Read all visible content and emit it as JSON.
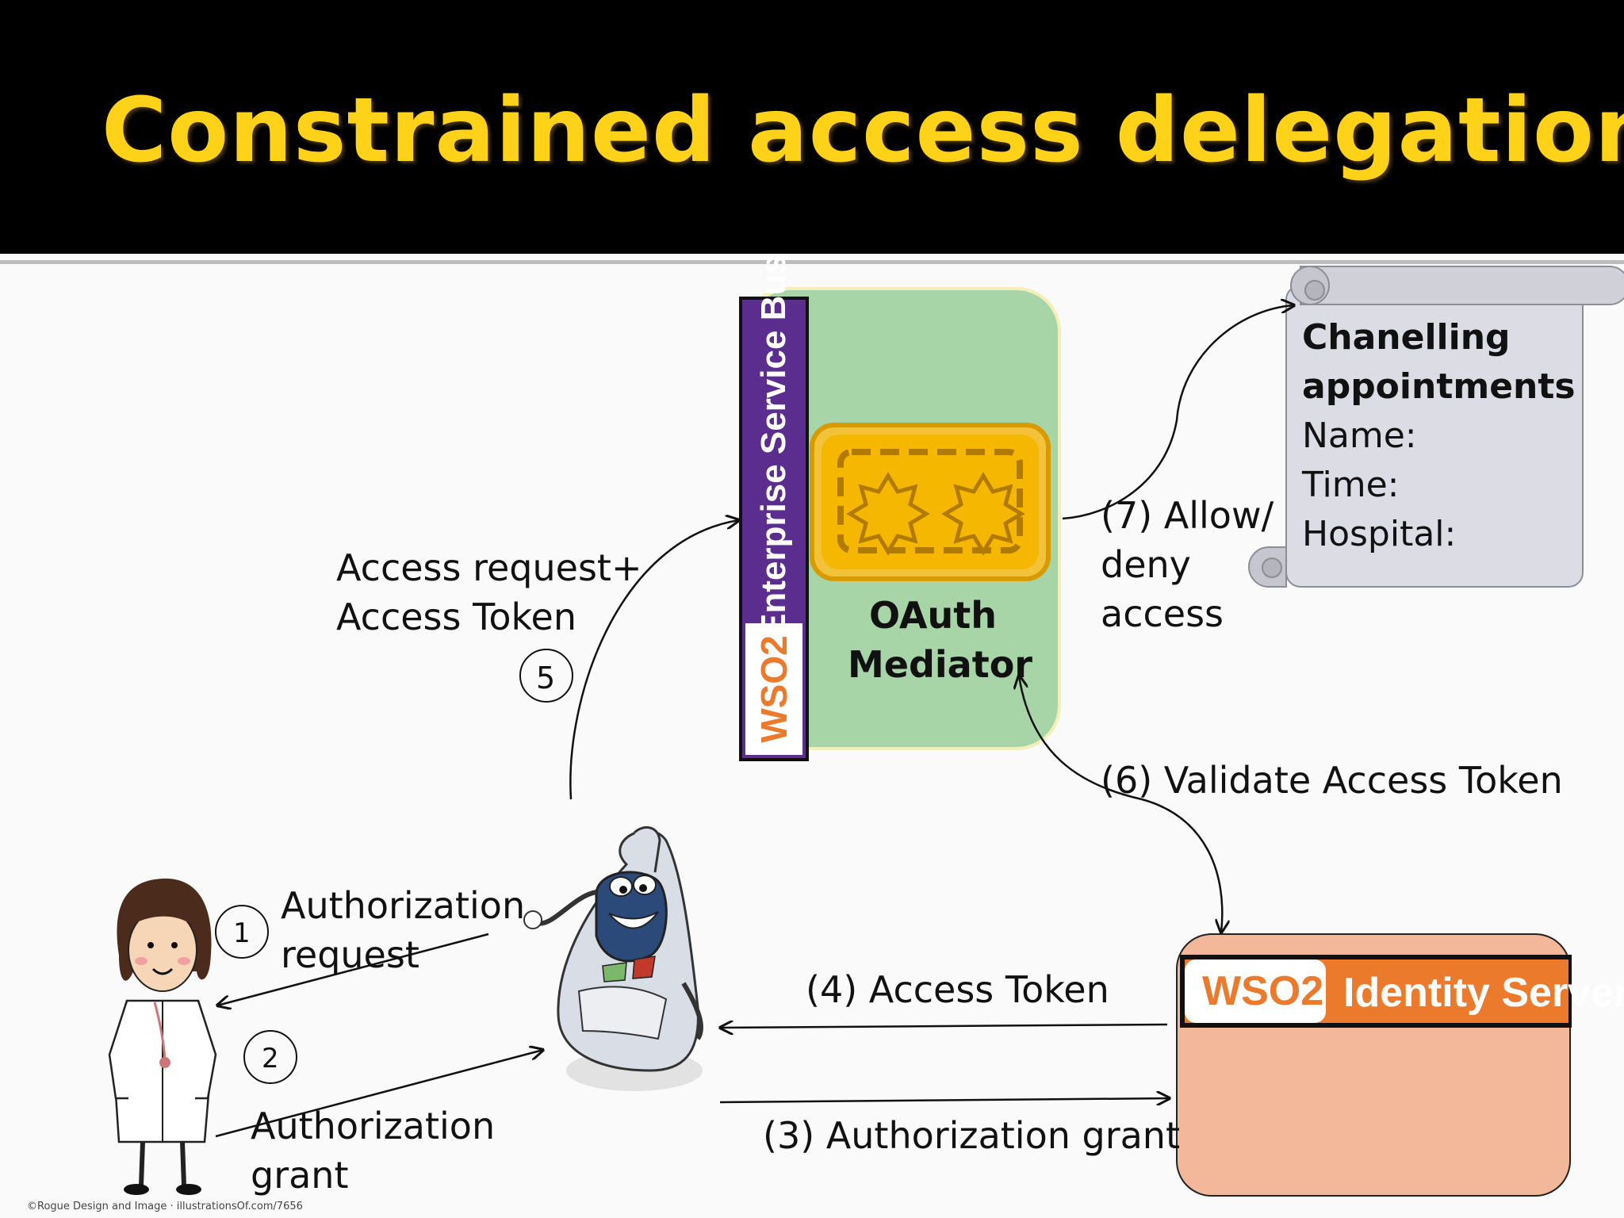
{
  "slide": {
    "title": "Constrained access delegation"
  },
  "esb": {
    "brand": "WSO2",
    "product": "Enterprise Service Bus",
    "mediator_label_line1": "OAuth",
    "mediator_label_line2": "Mediator"
  },
  "identity_server": {
    "brand": "WSO2",
    "product": "Identity Server"
  },
  "scroll": {
    "heading_line1": "Chanelling",
    "heading_line2": "appointments",
    "fields": [
      "Name:",
      "Time:",
      "Hospital:"
    ]
  },
  "steps": {
    "s1_number": "1",
    "s1_line1": "Authorization",
    "s1_line2": "request",
    "s2_number": "2",
    "s2_line1": "Authorization",
    "s2_line2": "grant",
    "s3": "(3) Authorization grant",
    "s4": "(4) Access Token",
    "s5_number": "5",
    "s5_line1": "Access request+",
    "s5_line2": "Access Token",
    "s6": "(6) Validate Access Token",
    "s7_line1": "(7) Allow/",
    "s7_line2": "deny",
    "s7_line3": "access"
  },
  "credit": "©Rogue Design and Image  ·  illustrationsOf.com/7656",
  "colors": {
    "title": "#ffd21a",
    "esb_bg": "#a8d5a8",
    "esb_band": "#5b2d8e",
    "mediator": "#f3b800",
    "is_body": "#f3b89a",
    "is_header": "#ec7a2c",
    "scroll": "#dcdce4"
  }
}
